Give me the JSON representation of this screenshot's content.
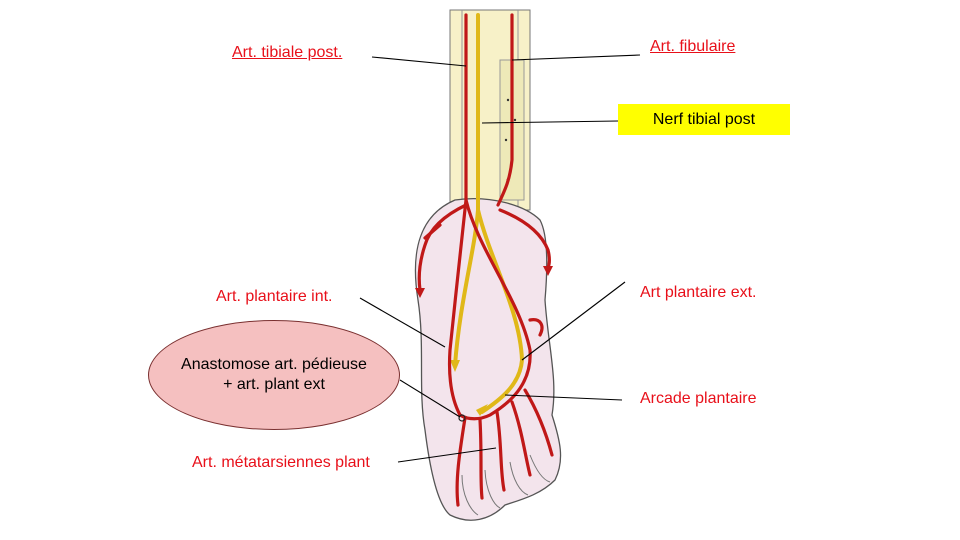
{
  "labels": {
    "tibiale_post": "Art. tibiale post.",
    "fibulaire": "Art. fibulaire",
    "nerf": "Nerf tibial post",
    "plantaire_int": "Art. plantaire int.",
    "plantaire_ext": "Art plantaire ext.",
    "anastomose_line1": "Anastomose art. pédieuse",
    "anastomose_line2": "+  art. plant ext",
    "arcade": "Arcade plantaire",
    "metatarsiennes": "Art. métatarsiennes plant"
  },
  "colors": {
    "label_red": "#e8101a",
    "nerve_yellow": "#f5d020",
    "artery_red": "#c01818",
    "highlight_box": "#ffff00",
    "oval_fill": "#f5c0c0",
    "skin": "#f3e4ec",
    "bone": "#f7f1c8"
  }
}
